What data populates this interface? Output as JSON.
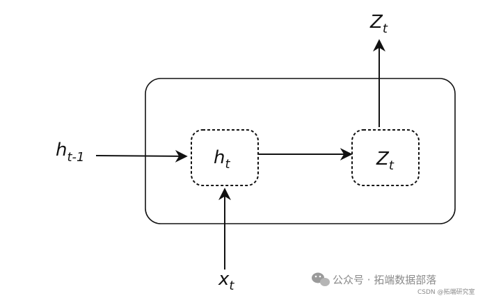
{
  "labels": {
    "h_prev": {
      "base": "h",
      "sub": "t-1"
    },
    "h_t": {
      "base": "h",
      "sub": "t"
    },
    "z_inner": {
      "base": "Z",
      "sub": "t"
    },
    "z_out": {
      "base": "Z",
      "sub": "t"
    },
    "x_t": {
      "base": "x",
      "sub": "t"
    }
  },
  "watermark": {
    "main": "公众号 · 拓端数据部落",
    "sub": "CSDN @拓端研究室",
    "icon": "wechat-icon"
  },
  "colors": {
    "stroke": "#111111",
    "watermark": "#8a8a8a"
  }
}
